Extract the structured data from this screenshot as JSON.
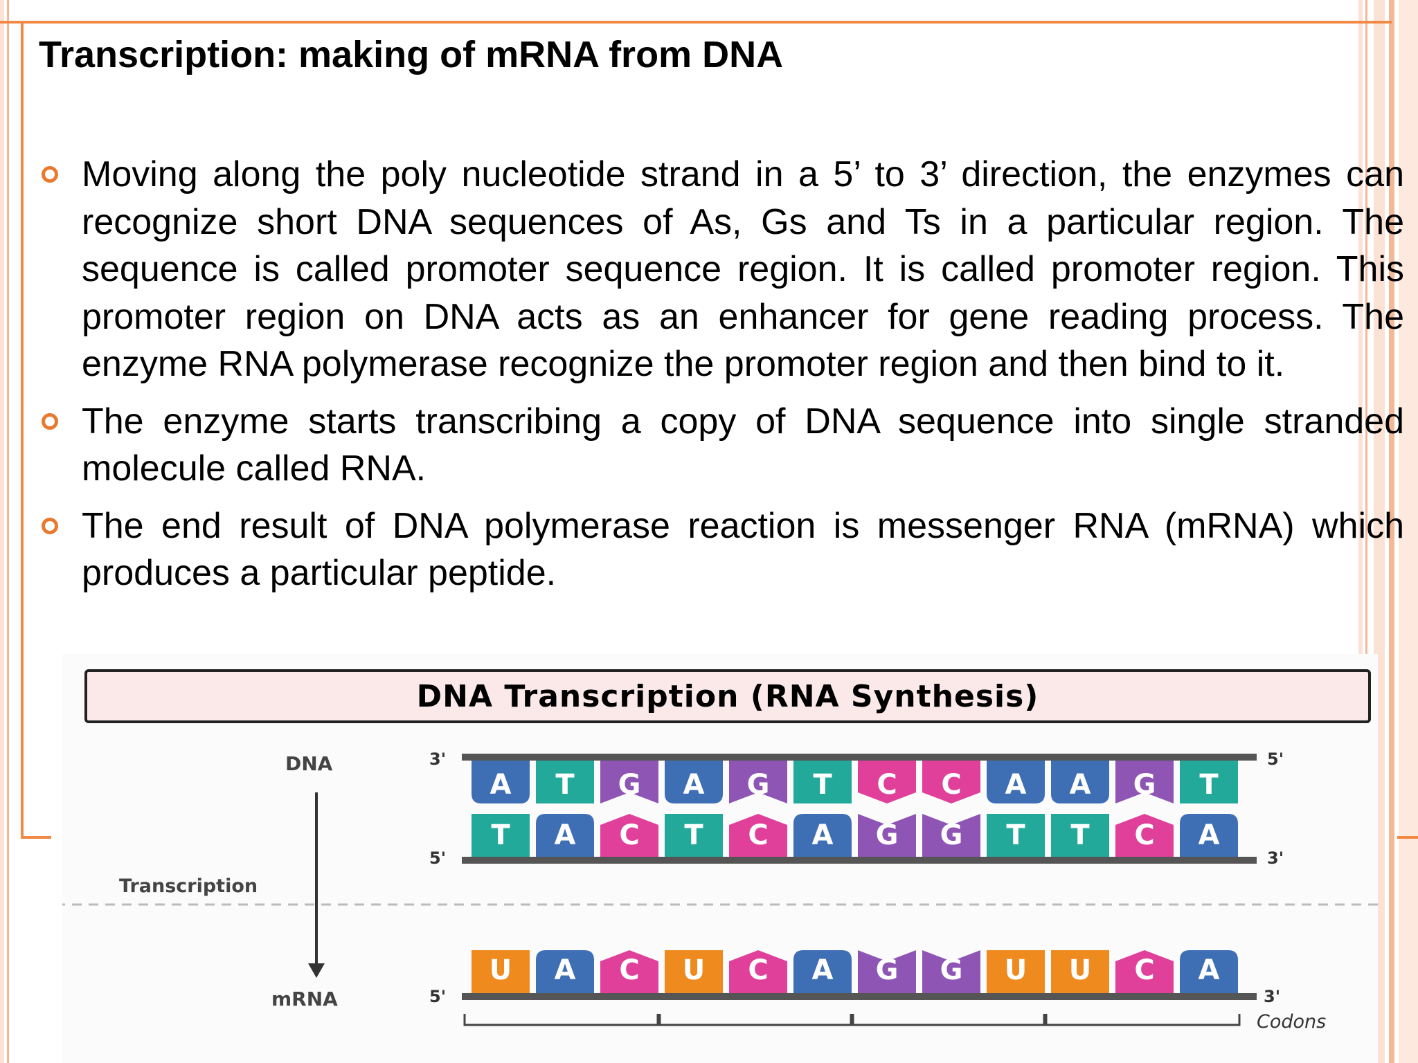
{
  "slide": {
    "title": "Transcription:  making of mRNA from DNA",
    "bullets": [
      "Moving along the poly nucleotide strand in a 5’ to 3’ direction, the enzymes can recognize short DNA sequences  of As, Gs and Ts in a particular region. The sequence is called promoter sequence region. It is called promoter region. This promoter region on DNA acts as an enhancer for gene reading process. The enzyme RNA polymerase recognize the promoter region and then bind to it.",
      "The enzyme starts transcribing a copy of DNA sequence into single stranded molecule called RNA.",
      "The end result of DNA polymerase reaction is messenger RNA (mRNA) which produces a particular peptide."
    ]
  },
  "figure": {
    "title": "DNA Transcription (RNA Synthesis)",
    "dna_label": "DNA",
    "transcription_label": "Transcription",
    "mrna_label": "mRNA",
    "codons_label": "Codons",
    "top_strand_ends": [
      "3'",
      "5'"
    ],
    "bottom_strand_ends": [
      "5'",
      "3'"
    ],
    "mrna_ends": [
      "5'",
      "3'"
    ],
    "dna_top": [
      "A",
      "T",
      "G",
      "A",
      "G",
      "T",
      "C",
      "C",
      "A",
      "A",
      "G",
      "T"
    ],
    "dna_bottom": [
      "T",
      "A",
      "C",
      "T",
      "C",
      "A",
      "G",
      "G",
      "T",
      "T",
      "C",
      "A"
    ],
    "mrna": [
      "U",
      "A",
      "C",
      "U",
      "C",
      "A",
      "G",
      "G",
      "U",
      "U",
      "C",
      "A"
    ],
    "base_colors": {
      "A": "#3e6fb5",
      "T": "#23a99a",
      "G": "#8e55b5",
      "C": "#e0409a",
      "U": "#ee8a1e"
    }
  }
}
